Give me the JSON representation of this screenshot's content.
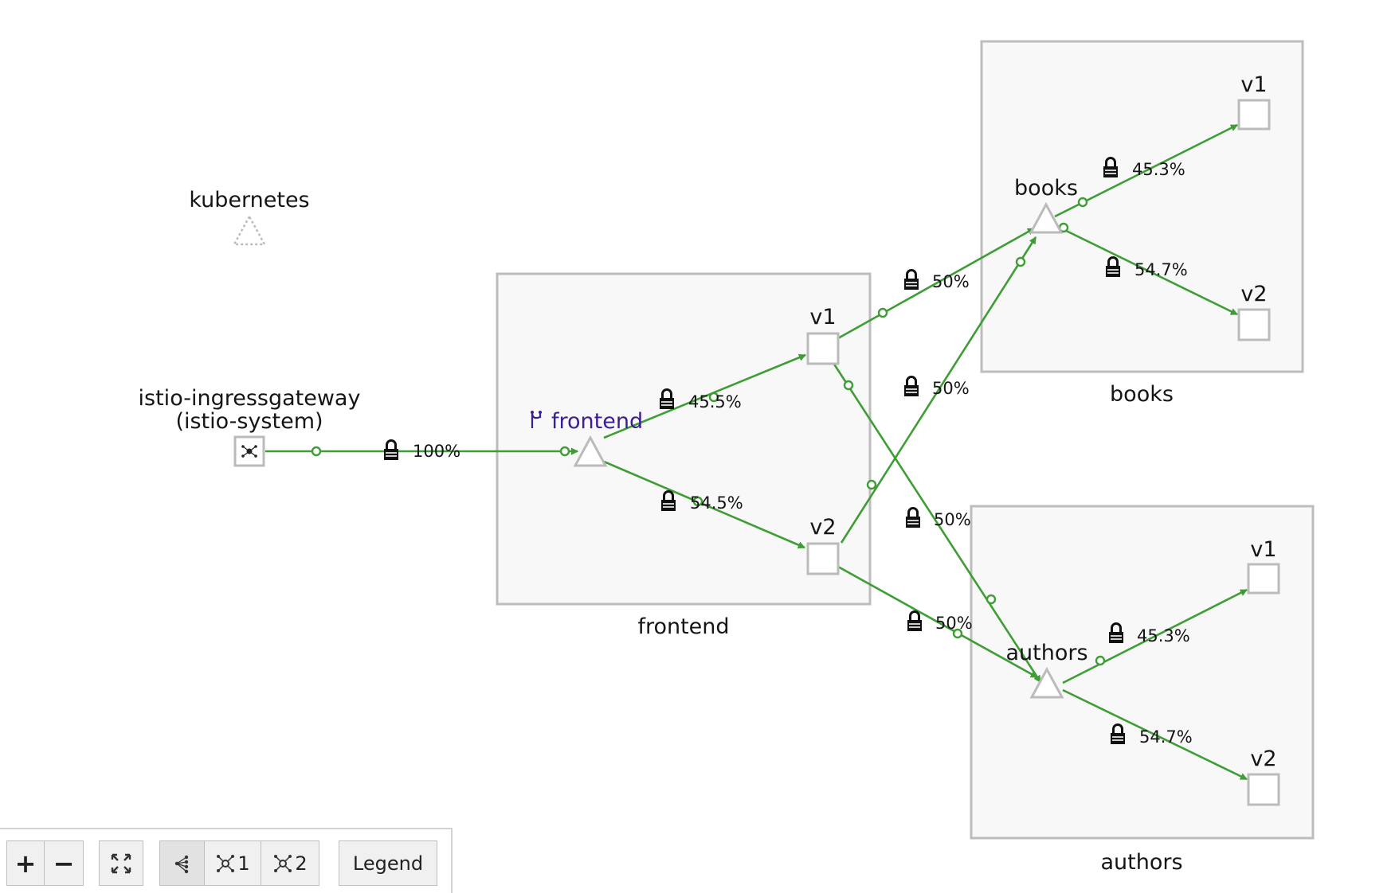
{
  "graph": {
    "groups": [
      {
        "id": "frontend",
        "label": "frontend"
      },
      {
        "id": "books",
        "label": "books"
      },
      {
        "id": "authors",
        "label": "authors"
      }
    ],
    "nodes": {
      "kubernetes": {
        "label": "kubernetes",
        "shape": "triangle-dashed"
      },
      "gateway": {
        "label_line1": "istio-ingressgateway",
        "label_line2": "(istio-system)",
        "shape": "square-icon"
      },
      "frontend": {
        "label": "frontend",
        "shape": "triangle",
        "label_color": "#3c1e94",
        "icon": "branch-icon"
      },
      "frontend_v1": {
        "label": "v1",
        "shape": "square"
      },
      "frontend_v2": {
        "label": "v2",
        "shape": "square"
      },
      "books": {
        "label": "books",
        "shape": "triangle"
      },
      "books_v1": {
        "label": "v1",
        "shape": "square"
      },
      "books_v2": {
        "label": "v2",
        "shape": "square"
      },
      "authors": {
        "label": "authors",
        "shape": "triangle"
      },
      "authors_v1": {
        "label": "v1",
        "shape": "square"
      },
      "authors_v2": {
        "label": "v2",
        "shape": "square"
      }
    },
    "edges": [
      {
        "from": "gateway",
        "to": "frontend",
        "label": "100%",
        "mtls": true
      },
      {
        "from": "frontend",
        "to": "frontend_v1",
        "label": "45.5%",
        "mtls": true
      },
      {
        "from": "frontend",
        "to": "frontend_v2",
        "label": "54.5%",
        "mtls": true
      },
      {
        "from": "frontend_v1",
        "to": "books",
        "label": "50%",
        "mtls": true
      },
      {
        "from": "frontend_v1",
        "to": "authors",
        "label": "50%",
        "mtls": true
      },
      {
        "from": "frontend_v2",
        "to": "books",
        "label": "50%",
        "mtls": true
      },
      {
        "from": "frontend_v2",
        "to": "authors",
        "label": "50%",
        "mtls": true
      },
      {
        "from": "books",
        "to": "books_v1",
        "label": "45.3%",
        "mtls": true
      },
      {
        "from": "books",
        "to": "books_v2",
        "label": "54.7%",
        "mtls": true
      },
      {
        "from": "authors",
        "to": "authors_v1",
        "label": "45.3%",
        "mtls": true
      },
      {
        "from": "authors",
        "to": "authors_v2",
        "label": "54.7%",
        "mtls": true
      }
    ],
    "edge_color": "#3e9d35"
  },
  "toolbar": {
    "zoom_in": "+",
    "zoom_out": "−",
    "layout1": "1",
    "layout2": "2",
    "legend": "Legend"
  }
}
